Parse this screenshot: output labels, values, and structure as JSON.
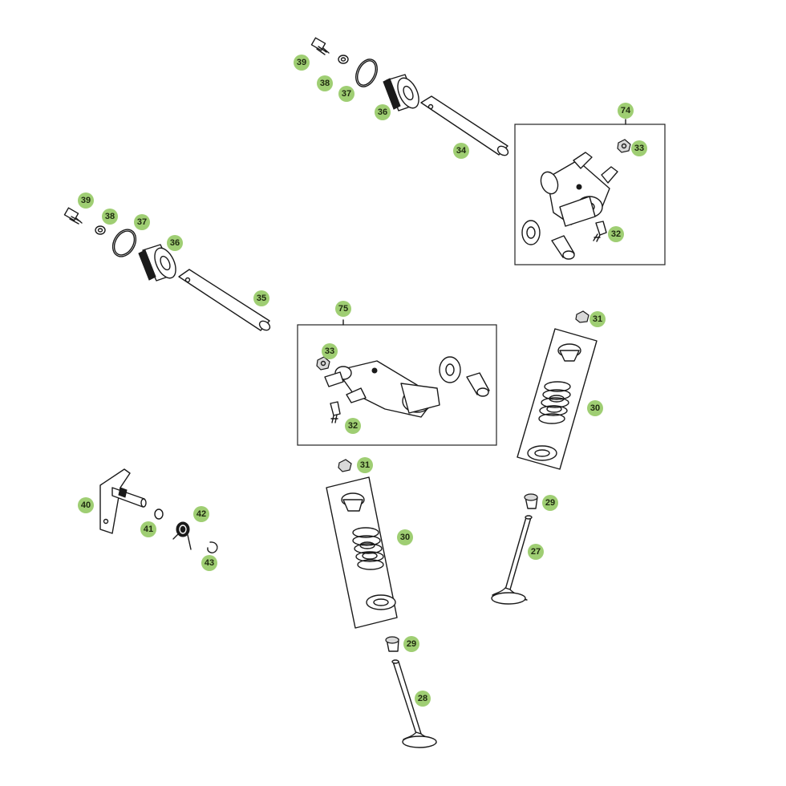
{
  "colors": {
    "callout_fill": "#9fce73",
    "line": "#1a1a1a"
  },
  "callouts": [
    {
      "id": "c39a",
      "label": "39"
    },
    {
      "id": "c38a",
      "label": "38"
    },
    {
      "id": "c37a",
      "label": "37"
    },
    {
      "id": "c36a",
      "label": "36"
    },
    {
      "id": "c34",
      "label": "34"
    },
    {
      "id": "c74",
      "label": "74"
    },
    {
      "id": "c33a",
      "label": "33"
    },
    {
      "id": "c32a",
      "label": "32"
    },
    {
      "id": "c39b",
      "label": "39"
    },
    {
      "id": "c38b",
      "label": "38"
    },
    {
      "id": "c37b",
      "label": "37"
    },
    {
      "id": "c36b",
      "label": "36"
    },
    {
      "id": "c35",
      "label": "35"
    },
    {
      "id": "c75",
      "label": "75"
    },
    {
      "id": "c33b",
      "label": "33"
    },
    {
      "id": "c32b",
      "label": "32"
    },
    {
      "id": "c31a",
      "label": "31"
    },
    {
      "id": "c30a",
      "label": "30"
    },
    {
      "id": "c31b",
      "label": "31"
    },
    {
      "id": "c30b",
      "label": "30"
    },
    {
      "id": "c29a",
      "label": "29"
    },
    {
      "id": "c27",
      "label": "27"
    },
    {
      "id": "c29b",
      "label": "29"
    },
    {
      "id": "c28",
      "label": "28"
    },
    {
      "id": "c40",
      "label": "40"
    },
    {
      "id": "c41",
      "label": "41"
    },
    {
      "id": "c42",
      "label": "42"
    },
    {
      "id": "c43",
      "label": "43"
    }
  ]
}
